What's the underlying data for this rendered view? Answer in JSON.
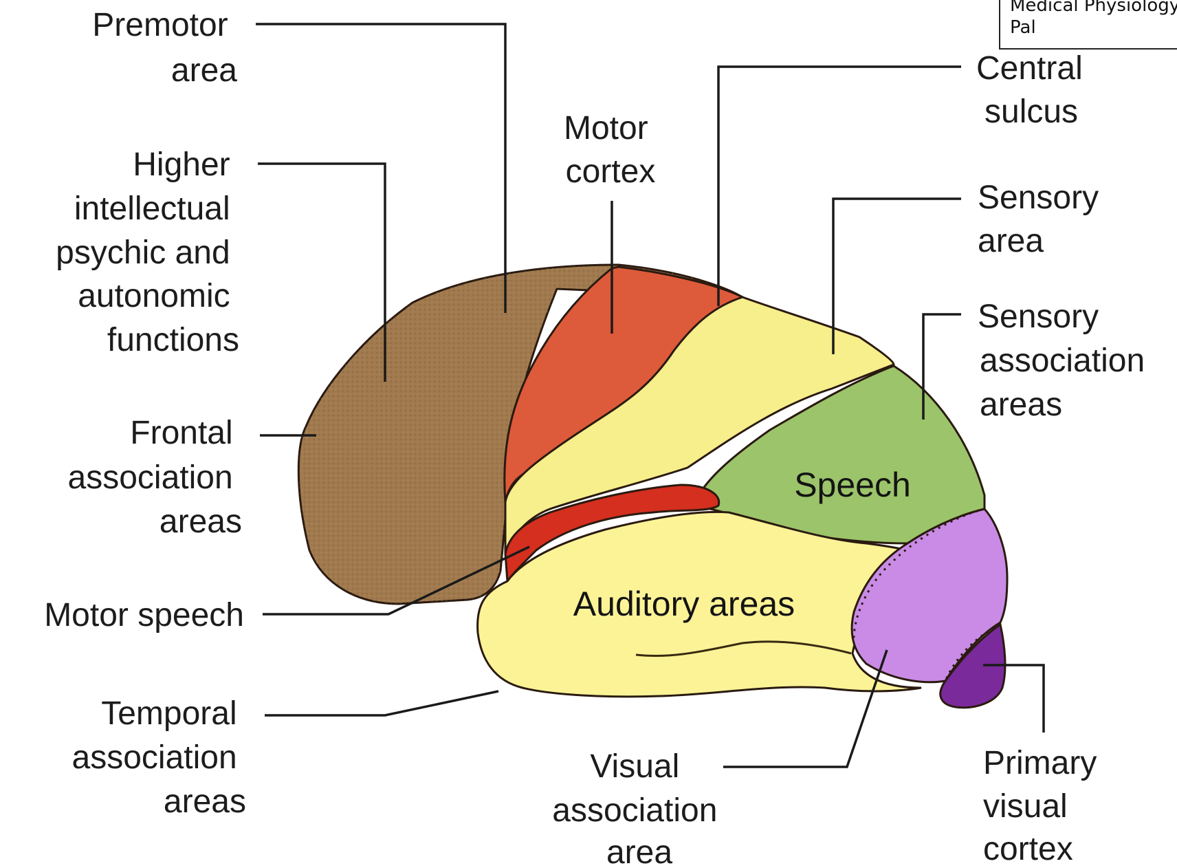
{
  "credit": {
    "line1": "Medical Physiology",
    "line2": "Pal"
  },
  "labels": {
    "premotor_area": [
      "Premotor",
      "area"
    ],
    "higher_intellectual": [
      "Higher",
      "intellectual",
      "psychic and",
      "autonomic",
      "functions"
    ],
    "frontal_association": [
      "Frontal",
      "association",
      "areas"
    ],
    "motor_speech": [
      "Motor speech"
    ],
    "temporal_association": [
      "Temporal",
      "association",
      "areas"
    ],
    "motor_cortex": [
      "Motor",
      "cortex"
    ],
    "visual_association": [
      "Visual",
      "association",
      "area"
    ],
    "central_sulcus": [
      "Central",
      "sulcus"
    ],
    "sensory_area": [
      "Sensory",
      "area"
    ],
    "sensory_association": [
      "Sensory",
      "association",
      "areas"
    ],
    "primary_visual_cortex": [
      "Primary",
      "visual",
      "cortex"
    ],
    "speech": "Speech",
    "auditory_areas": "Auditory areas"
  },
  "colors": {
    "frontal": "#a07a4e",
    "motor_cortex": "#dd5a3a",
    "sensory": "#f7ee8c",
    "speech_green": "#9cc46a",
    "motor_speech_red": "#d42f1f",
    "auditory": "#fbf396",
    "visual_association": "#c98be6",
    "primary_visual": "#7a2a9a"
  }
}
